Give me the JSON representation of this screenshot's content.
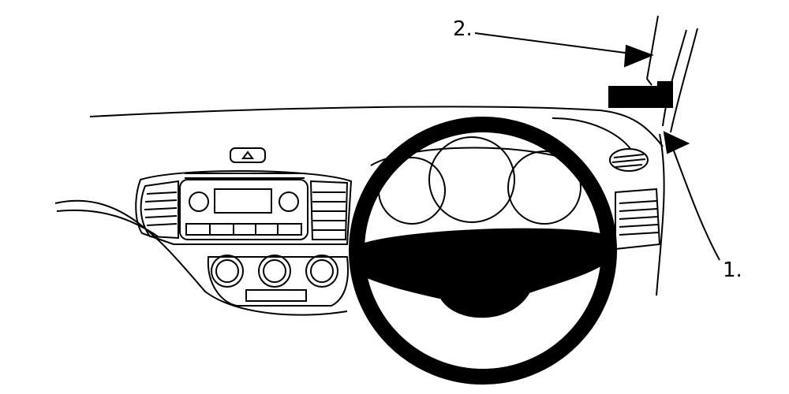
{
  "callouts": [
    {
      "id": "callout-1",
      "label": "1."
    },
    {
      "id": "callout-2",
      "label": "2."
    }
  ],
  "colors": {
    "line": "#000000",
    "background": "#ffffff"
  }
}
